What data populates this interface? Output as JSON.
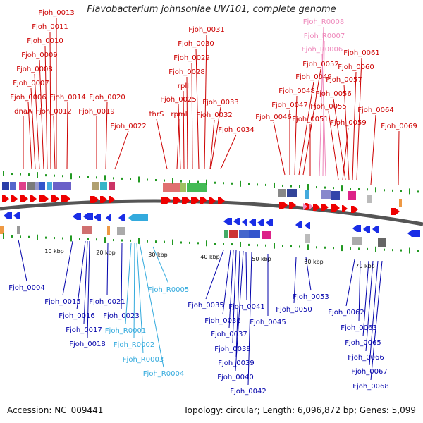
{
  "title": "Flavobacterium johnsoniae UW101, complete genome",
  "footer": {
    "accession": "Accession: NC_009441",
    "summary": "Topology: circular; Length: 6,096,872 bp; Genes: 5,099"
  },
  "colors": {
    "fwd_label": "#cc0000",
    "rev_label": "#0000aa",
    "rna_fwd": "#ee88bb",
    "rna_rev": "#33aadd",
    "fwd_arrow": "#ee0000",
    "rev_arrow": "#1a2ee6",
    "backbone": "#555555",
    "scale_tick": "#229922"
  },
  "scale_labels": [
    "10 kbp",
    "20 kbp",
    "30 kbp",
    "40 kbp",
    "50 kbp",
    "60 kbp",
    "70 kbp"
  ],
  "forward_genes": [
    "Fjoh_0013",
    "Fjoh_0011",
    "Fjoh_0010",
    "Fjoh_0009",
    "Fjoh_0008",
    "Fjoh_0007",
    "Fjoh_0006",
    "dnaA",
    "Fjoh_0012",
    "Fjoh_0014",
    "Fjoh_0020",
    "Fjoh_0019",
    "Fjoh_0022",
    "Fjoh_0031",
    "Fjoh_0030",
    "Fjoh_0029",
    "Fjoh_0028",
    "rplI",
    "Fjoh_0025",
    "rpmI",
    "thrS",
    "Fjoh_0033",
    "Fjoh_0032",
    "Fjoh_0034",
    "Fjoh_0052",
    "Fjoh_0061",
    "Fjoh_0060",
    "Fjoh_0049",
    "Fjoh_0057",
    "Fjoh_0048",
    "Fjoh_0056",
    "Fjoh_0047",
    "Fjoh_0055",
    "Fjoh_0046",
    "Fjoh_0051",
    "Fjoh_0059",
    "Fjoh_0064",
    "Fjoh_0069"
  ],
  "rna_forward": [
    "Fjoh_R0008",
    "Fjoh_R0007",
    "Fjoh_R0006"
  ],
  "reverse_genes": [
    "Fjoh_0004",
    "Fjoh_0015",
    "Fjoh_0016",
    "Fjoh_0017",
    "Fjoh_0018",
    "Fjoh_0021",
    "Fjoh_0023",
    "Fjoh_0035",
    "Fjoh_0041",
    "Fjoh_0036",
    "Fjoh_0037",
    "Fjoh_0038",
    "Fjoh_0039",
    "Fjoh_0040",
    "Fjoh_0042",
    "Fjoh_0045",
    "Fjoh_0053",
    "Fjoh_0050",
    "Fjoh_0062",
    "Fjoh_0063",
    "Fjoh_0065",
    "Fjoh_0066",
    "Fjoh_0067",
    "Fjoh_0068"
  ],
  "rna_reverse": [
    "Fjoh_R0005",
    "Fjoh_R0001",
    "Fjoh_R0002",
    "Fjoh_R0003",
    "Fjoh_R0004"
  ]
}
